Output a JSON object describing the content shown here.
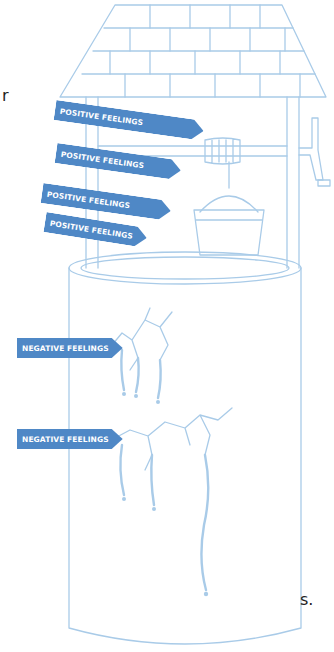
{
  "diagram": {
    "nodes": [
      {
        "text": [
          "POSITIVE FEELINGS"
        ]
      },
      {
        "text": [
          "POSITIVE FEELINGS"
        ]
      },
      {
        "text": [
          "POSITIVE FEELINGS"
        ]
      },
      {
        "text": [
          "POSITIVE FEELINGS"
        ]
      },
      {
        "text": [
          "NEGATIVE FEELINGS"
        ]
      },
      {
        "text": [
          "NEGATIVE FEELINGS"
        ]
      }
    ],
    "labels": [
      "r",
      "s."
    ]
  }
}
